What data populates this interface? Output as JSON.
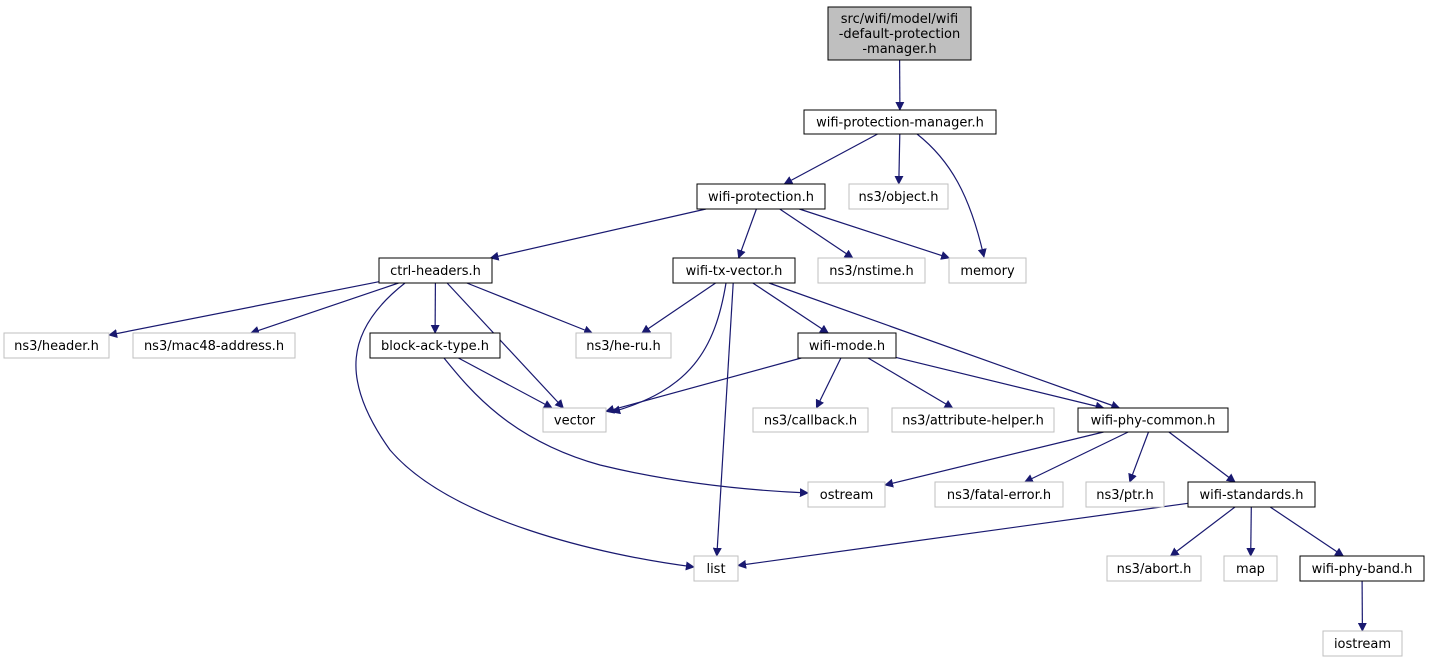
{
  "colors": {
    "edge": "#191970",
    "root_fill": "#bfbfbf",
    "documented_border": "#000000",
    "external_border": "#bfbfbf",
    "node_fill": "#ffffff"
  },
  "nodes": [
    {
      "id": "root",
      "lines": [
        "src/wifi/model/wifi",
        "-default-protection",
        "-manager.h"
      ],
      "kind": "root"
    },
    {
      "id": "wifi-protection-manager",
      "lines": [
        "wifi-protection-manager.h"
      ],
      "kind": "documented"
    },
    {
      "id": "wifi-protection",
      "lines": [
        "wifi-protection.h"
      ],
      "kind": "documented"
    },
    {
      "id": "ns3-object",
      "lines": [
        "ns3/object.h"
      ],
      "kind": "external"
    },
    {
      "id": "memory",
      "lines": [
        "memory"
      ],
      "kind": "external"
    },
    {
      "id": "ctrl-headers",
      "lines": [
        "ctrl-headers.h"
      ],
      "kind": "documented"
    },
    {
      "id": "wifi-tx-vector",
      "lines": [
        "wifi-tx-vector.h"
      ],
      "kind": "documented"
    },
    {
      "id": "ns3-nstime",
      "lines": [
        "ns3/nstime.h"
      ],
      "kind": "external"
    },
    {
      "id": "ns3-header",
      "lines": [
        "ns3/header.h"
      ],
      "kind": "external"
    },
    {
      "id": "ns3-mac48-address",
      "lines": [
        "ns3/mac48-address.h"
      ],
      "kind": "external"
    },
    {
      "id": "block-ack-type",
      "lines": [
        "block-ack-type.h"
      ],
      "kind": "documented"
    },
    {
      "id": "ns3-he-ru",
      "lines": [
        "ns3/he-ru.h"
      ],
      "kind": "external"
    },
    {
      "id": "wifi-mode",
      "lines": [
        "wifi-mode.h"
      ],
      "kind": "documented"
    },
    {
      "id": "vector",
      "lines": [
        "vector"
      ],
      "kind": "external"
    },
    {
      "id": "ns3-callback",
      "lines": [
        "ns3/callback.h"
      ],
      "kind": "external"
    },
    {
      "id": "ns3-attribute-helper",
      "lines": [
        "ns3/attribute-helper.h"
      ],
      "kind": "external"
    },
    {
      "id": "wifi-phy-common",
      "lines": [
        "wifi-phy-common.h"
      ],
      "kind": "documented"
    },
    {
      "id": "ostream",
      "lines": [
        "ostream"
      ],
      "kind": "external"
    },
    {
      "id": "ns3-fatal-error",
      "lines": [
        "ns3/fatal-error.h"
      ],
      "kind": "external"
    },
    {
      "id": "ns3-ptr",
      "lines": [
        "ns3/ptr.h"
      ],
      "kind": "external"
    },
    {
      "id": "wifi-standards",
      "lines": [
        "wifi-standards.h"
      ],
      "kind": "documented"
    },
    {
      "id": "list",
      "lines": [
        "list"
      ],
      "kind": "external"
    },
    {
      "id": "ns3-abort",
      "lines": [
        "ns3/abort.h"
      ],
      "kind": "external"
    },
    {
      "id": "map",
      "lines": [
        "map"
      ],
      "kind": "external"
    },
    {
      "id": "wifi-phy-band",
      "lines": [
        "wifi-phy-band.h"
      ],
      "kind": "documented"
    },
    {
      "id": "iostream",
      "lines": [
        "iostream"
      ],
      "kind": "external"
    }
  ],
  "edges": [
    {
      "from": "root",
      "to": "wifi-protection-manager"
    },
    {
      "from": "wifi-protection-manager",
      "to": "wifi-protection"
    },
    {
      "from": "wifi-protection-manager",
      "to": "ns3-object"
    },
    {
      "from": "wifi-protection-manager",
      "to": "memory"
    },
    {
      "from": "wifi-protection",
      "to": "ctrl-headers"
    },
    {
      "from": "wifi-protection",
      "to": "wifi-tx-vector"
    },
    {
      "from": "wifi-protection",
      "to": "ns3-nstime"
    },
    {
      "from": "wifi-protection",
      "to": "memory"
    },
    {
      "from": "ctrl-headers",
      "to": "ns3-header"
    },
    {
      "from": "ctrl-headers",
      "to": "ns3-mac48-address"
    },
    {
      "from": "ctrl-headers",
      "to": "block-ack-type"
    },
    {
      "from": "ctrl-headers",
      "to": "ns3-he-ru"
    },
    {
      "from": "ctrl-headers",
      "to": "vector"
    },
    {
      "from": "ctrl-headers",
      "to": "list"
    },
    {
      "from": "wifi-tx-vector",
      "to": "ns3-he-ru"
    },
    {
      "from": "wifi-tx-vector",
      "to": "vector"
    },
    {
      "from": "wifi-tx-vector",
      "to": "wifi-mode"
    },
    {
      "from": "wifi-tx-vector",
      "to": "wifi-phy-common"
    },
    {
      "from": "wifi-tx-vector",
      "to": "list"
    },
    {
      "from": "block-ack-type",
      "to": "vector"
    },
    {
      "from": "block-ack-type",
      "to": "ostream"
    },
    {
      "from": "wifi-mode",
      "to": "vector"
    },
    {
      "from": "wifi-mode",
      "to": "ns3-callback"
    },
    {
      "from": "wifi-mode",
      "to": "ns3-attribute-helper"
    },
    {
      "from": "wifi-mode",
      "to": "wifi-phy-common"
    },
    {
      "from": "wifi-phy-common",
      "to": "ostream"
    },
    {
      "from": "wifi-phy-common",
      "to": "ns3-fatal-error"
    },
    {
      "from": "wifi-phy-common",
      "to": "ns3-ptr"
    },
    {
      "from": "wifi-phy-common",
      "to": "wifi-standards"
    },
    {
      "from": "wifi-standards",
      "to": "list"
    },
    {
      "from": "wifi-standards",
      "to": "ns3-abort"
    },
    {
      "from": "wifi-standards",
      "to": "map"
    },
    {
      "from": "wifi-standards",
      "to": "wifi-phy-band"
    },
    {
      "from": "wifi-phy-band",
      "to": "iostream"
    }
  ]
}
